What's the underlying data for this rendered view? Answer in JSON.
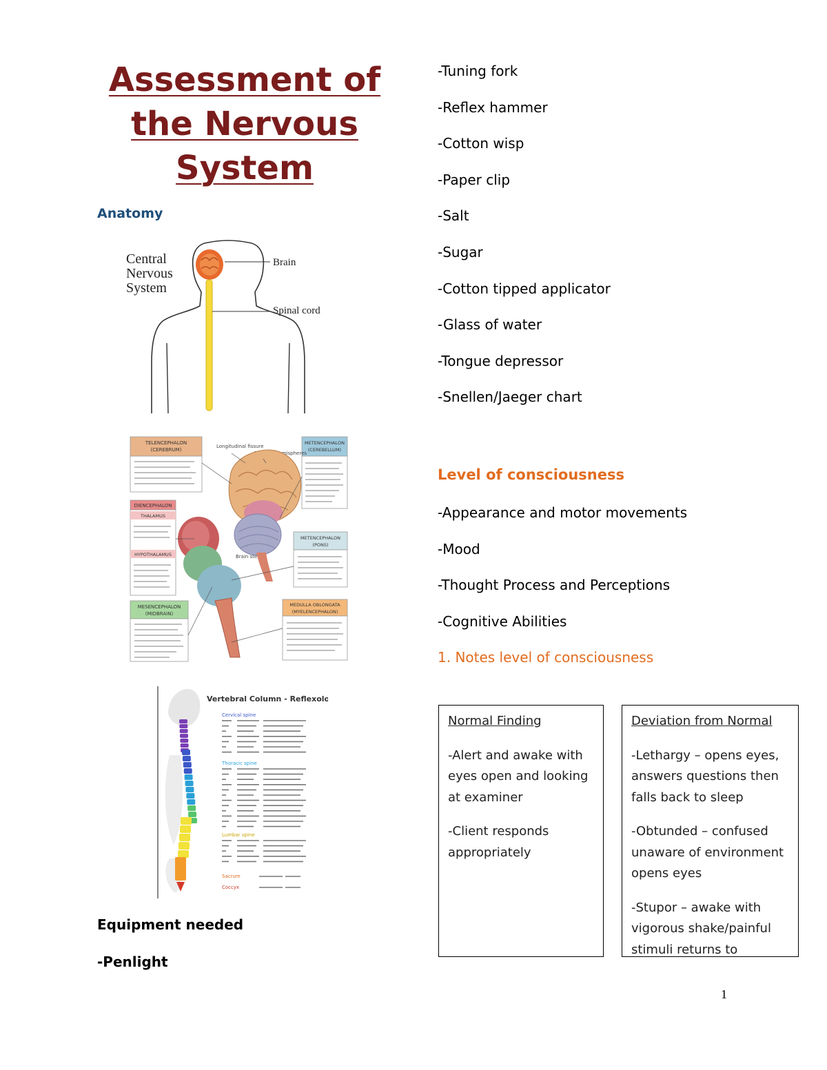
{
  "title": {
    "line1": "Assessment of",
    "line2": "the Nervous",
    "line3": "System"
  },
  "anatomy_heading": "Anatomy",
  "cns_figure": {
    "label_line1": "Central",
    "label_line2": "Nervous",
    "label_line3": "System",
    "brain_label": "Brain",
    "cord_label": "Spinal cord"
  },
  "brain_figure": {
    "telencephalon_title": "TELENCEPHALON",
    "telencephalon_sub": "(CEREBRUM)",
    "diencephalon_title": "DIENCEPHALON",
    "thalamus": "THALAMUS",
    "hypothalamus": "HYPOTHALAMUS",
    "mesencephalon_title": "MESENCEPHALON",
    "mesencephalon_sub": "(MIDBRAIN)",
    "metencephalon_cb_title": "METENCEPHALON",
    "metencephalon_cb_sub": "(CEREBELLUM)",
    "metencephalon_pons_title": "METENCEPHALON",
    "metencephalon_pons_sub": "(PONS)",
    "medulla_title": "MEDULLA OBLONGATA",
    "medulla_sub": "(MYELENCEPHALON)",
    "longitudinal": "Longitudinal fissure",
    "cerebral": "Cerebral hemispheres",
    "brainstem": "Brain stem"
  },
  "spine_figure": {
    "title": "Vertebral Column - Reflexology Chart",
    "cervical": "Cervical spine",
    "thoracic": "Thoracic spine",
    "lumbar": "Lumbar spine",
    "sacrum": "Sacrum",
    "coccyx": "Coccyx",
    "colors": [
      "#7b3fb5",
      "#3c58c9",
      "#2aa0d8",
      "#57c46b",
      "#f2e23a",
      "#f39b2a"
    ]
  },
  "equipment_heading": "Equipment needed",
  "equipment_first": "-Penlight",
  "equipment": [
    "-Tuning fork",
    "-Reflex hammer",
    "-Cotton wisp",
    "-Paper clip",
    "-Salt",
    "-Sugar",
    "-Cotton tipped applicator",
    "-Glass of water",
    "-Tongue depressor",
    "-Snellen/Jaeger chart"
  ],
  "loc_heading": "Level of consciousness",
  "loc_items": [
    "-Appearance and motor movements",
    "-Mood",
    "-Thought Process and Perceptions",
    "-Cognitive Abilities"
  ],
  "notes_heading": "1. Notes level of consciousness",
  "normal_box": {
    "heading": "Normal Finding",
    "p1": "-Alert and awake with eyes open and looking at examiner",
    "p2": "-Client responds appropriately"
  },
  "deviation_box": {
    "heading": "Deviation from Normal",
    "p1": "-Lethargy – opens eyes, answers questions then falls back to sleep",
    "p2": "-Obtunded – confused unaware of environment opens eyes",
    "p3": "-Stupor – awake with vigorous shake/painful stimuli returns to"
  },
  "page_number": "1",
  "colors": {
    "title": "#7a1c1c",
    "anatomy": "#1f4e79",
    "orange": "#e26c1f"
  }
}
